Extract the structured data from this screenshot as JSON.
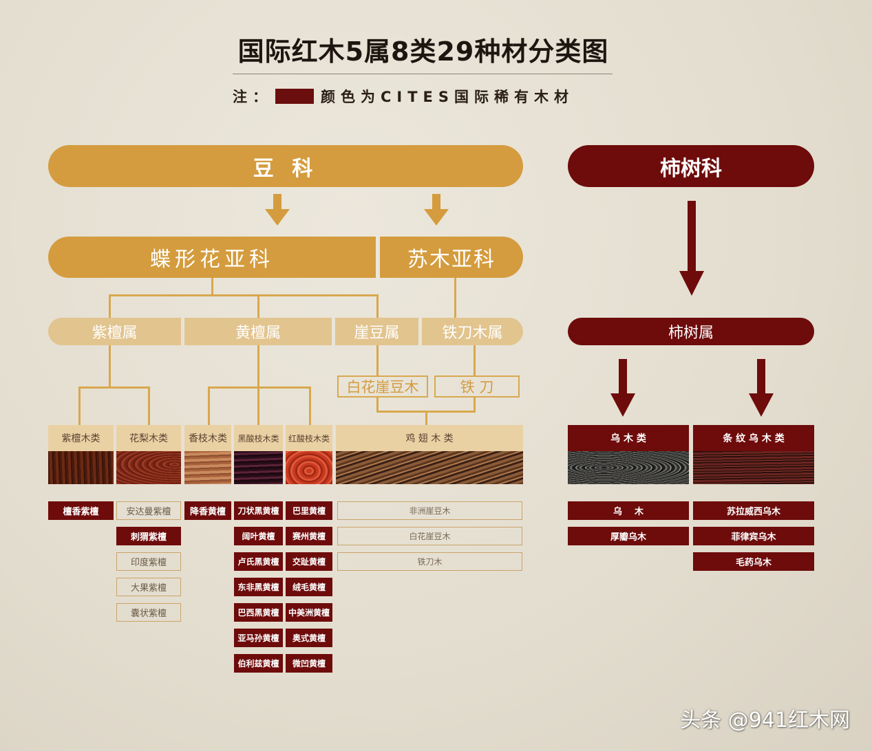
{
  "title": "国际红木5属8类29种材分类图",
  "note": {
    "prefix": "注：",
    "text": "颜色为CITES国际稀有木材",
    "swatch_color": "#6b0e0e"
  },
  "colors": {
    "gold": "#d49c3e",
    "sand": "#e2c48e",
    "maroon": "#6e0b0b",
    "line": "#d8a84e"
  },
  "families": {
    "legume": "豆 科",
    "ebony": "柿树科"
  },
  "subfamilies": {
    "papilionoideae": "蝶形花亚科",
    "caesalpinioideae": "苏木亚科"
  },
  "genera": {
    "zitan": "紫檀属",
    "huangtan": "黄檀属",
    "yadou": "崖豆属",
    "tiedaomu": "铁刀木属",
    "shishu": "柿树属"
  },
  "species_boxes": {
    "baihua": "白花崖豆木",
    "tiedao": "铁  刀"
  },
  "categories": {
    "zitanmu": "紫檀木类",
    "hualimu": "花梨木类",
    "xiangzhimu": "香枝木类",
    "heisuanzhi": "黑酸枝木类",
    "hongsuanzhi": "红酸枝木类",
    "jichimu": "鸡 翅 木 类",
    "wumu": "乌 木 类",
    "tiaowenwumu": "条 纹 乌 木 类"
  },
  "species": {
    "zitanmu": [
      "檀香紫檀"
    ],
    "hualimu": [
      "安达曼紫檀",
      "刺猬紫檀",
      "印度紫檀",
      "大果紫檀",
      "囊状紫檀"
    ],
    "xiangzhimu": [
      "降香黄檀"
    ],
    "heisuanzhi": [
      "刀状黑黄檀",
      "阔叶黄檀",
      "卢氏黑黄檀",
      "东非黑黄檀",
      "巴西黑黄檀",
      "亚马孙黄檀",
      "伯利兹黄檀"
    ],
    "hongsuanzhi": [
      "巴里黄檀",
      "赛州黄檀",
      "交趾黄檀",
      "绒毛黄檀",
      "中美洲黄檀",
      "奥式黄檀",
      "微凹黄檀"
    ],
    "jichimu": [
      "非洲崖豆木",
      "白花崖豆木",
      "铁刀木"
    ],
    "wumu": [
      "乌    木",
      "厚瓣乌木"
    ],
    "tiaowenwumu": [
      "苏拉威西乌木",
      "菲律宾乌木",
      "毛药乌木"
    ]
  },
  "watermark": "头条 @941红木网"
}
